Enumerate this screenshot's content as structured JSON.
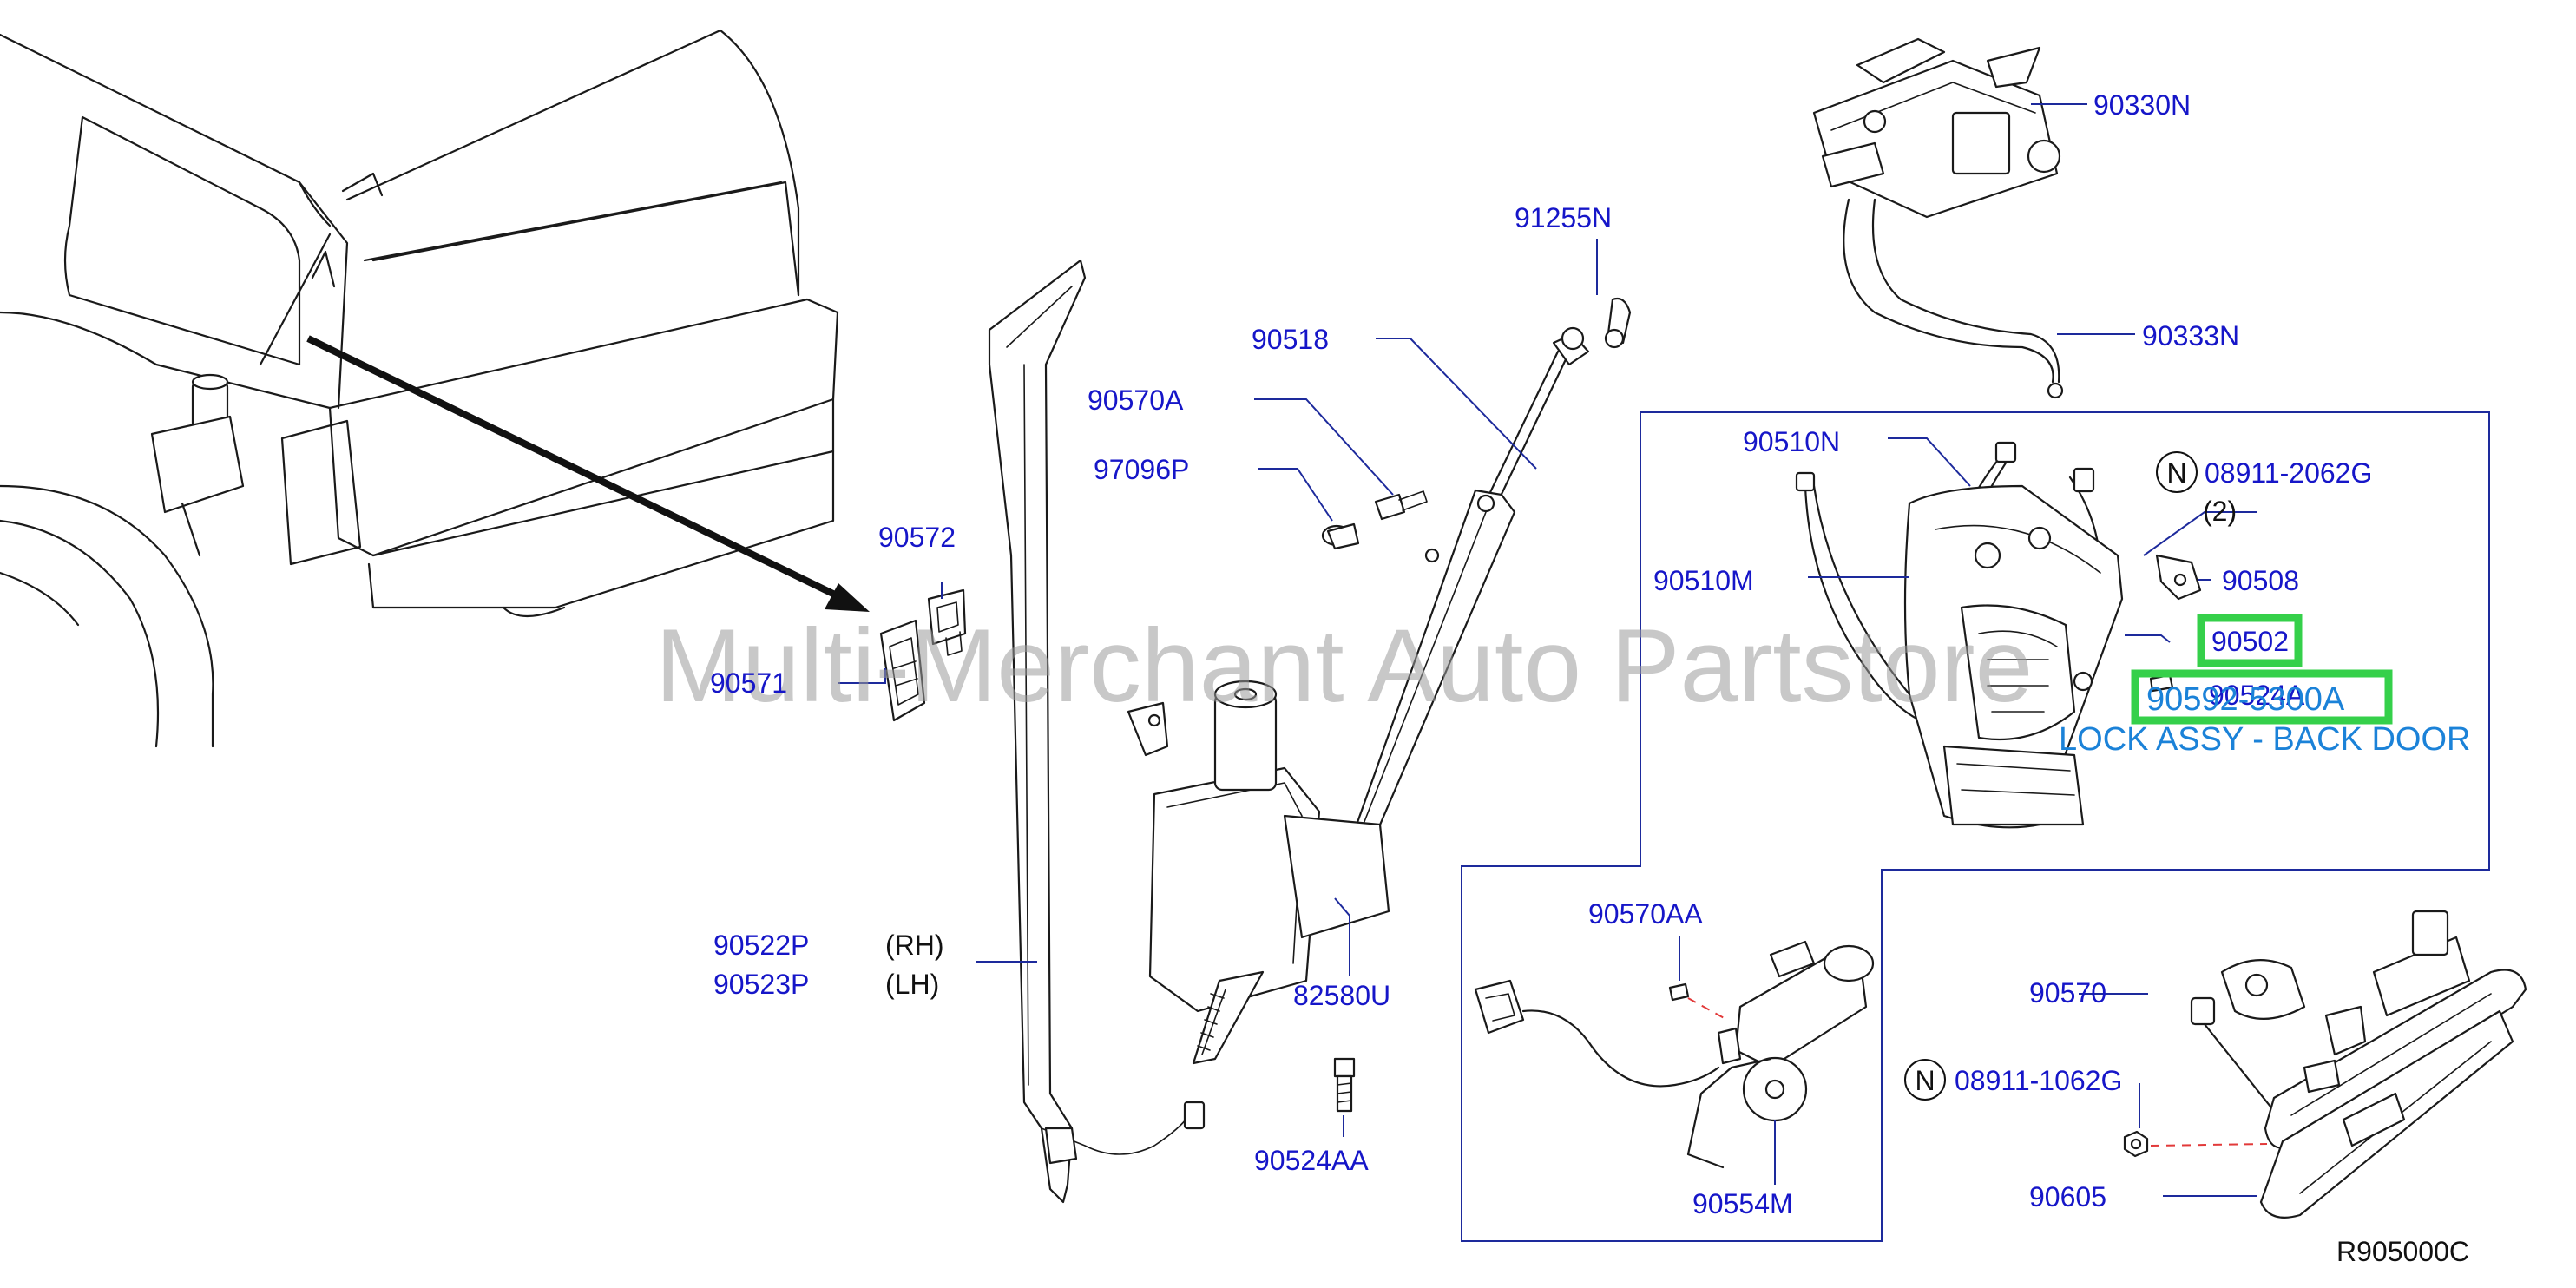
{
  "diagram": {
    "watermark": "Multi-Merchant Auto Partstore",
    "figure_code": "R905000C",
    "labels": {
      "p90330N": "90330N",
      "p90333N": "90333N",
      "p91255N": "91255N",
      "p90518": "90518",
      "p90570A": "90570A",
      "p97096P": "97096P",
      "p90572": "90572",
      "p90571": "90571",
      "p90510N": "90510N",
      "p08911_2062G": "08911-2062G",
      "qty2": "(2)",
      "p90510M": "90510M",
      "p90508": "90508",
      "p90502": "90502",
      "p90524A": "90524A",
      "p90592_5300A": "90592-5300A",
      "lock_assy": "LOCK ASSY - BACK DOOR",
      "p90522P": "90522P",
      "p90523P": "90523P",
      "rh": "(RH)",
      "lh": "(LH)",
      "p82580U": "82580U",
      "p90524AA": "90524AA",
      "p90570AA": "90570AA",
      "p90554M": "90554M",
      "p90570": "90570",
      "p08911_1062G": "08911-1062G",
      "p90605": "90605",
      "n_mark": "N"
    },
    "colors": {
      "part_label": "#1616c8",
      "annotation": "#1b82d8",
      "highlight": "#35d04a",
      "frame": "#1d2a9c"
    }
  }
}
